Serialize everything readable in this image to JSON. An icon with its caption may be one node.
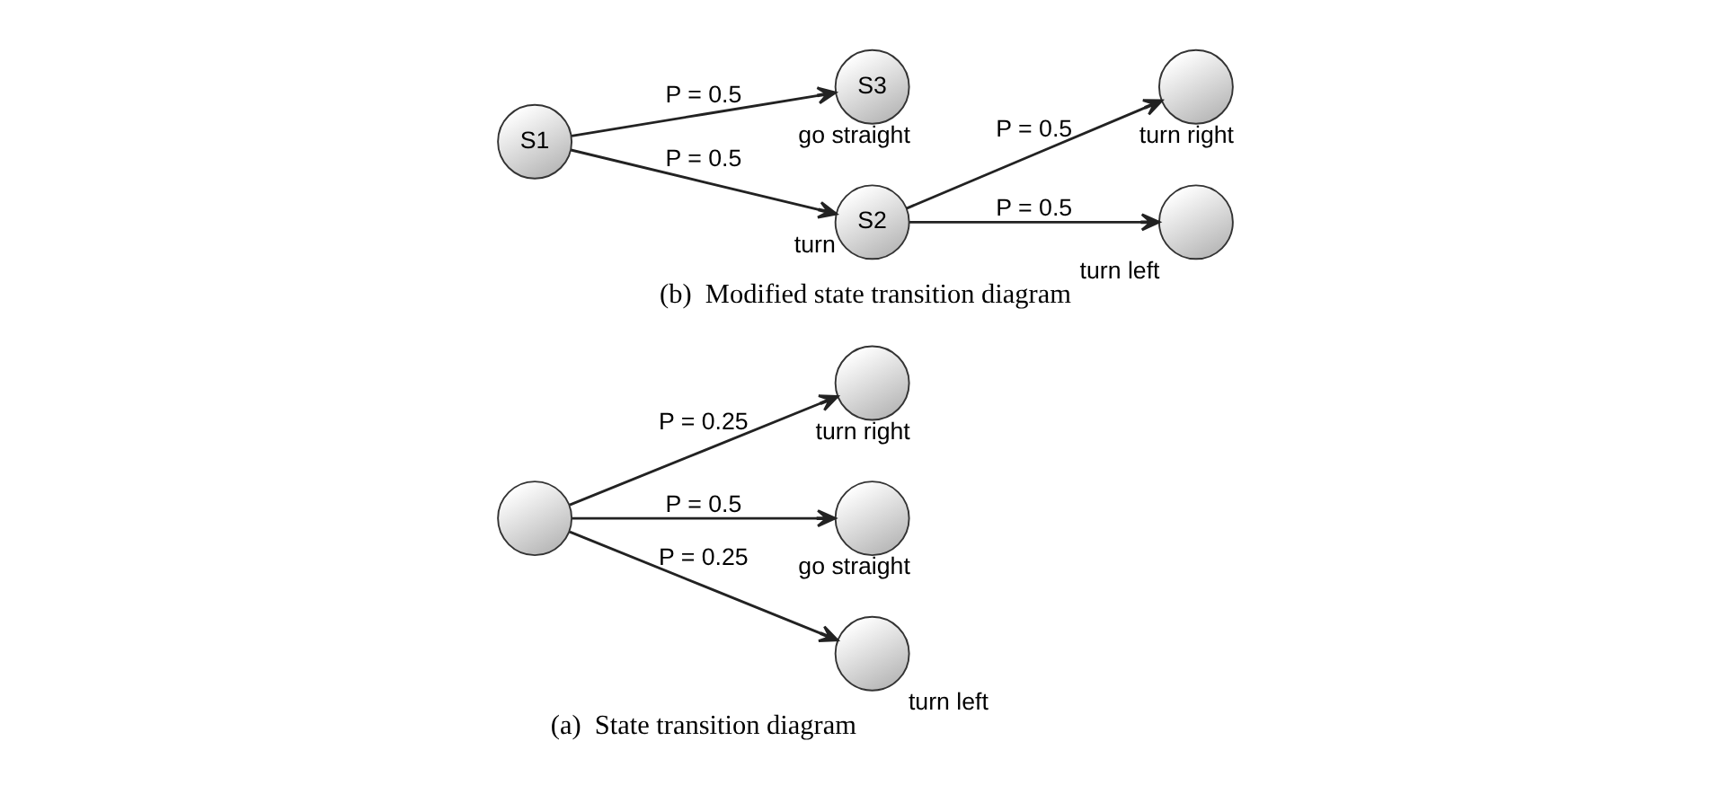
{
  "diagram": {
    "nodes": [
      {
        "text": [],
        "shape": "circle"
      },
      {
        "text": [],
        "shape": "circle",
        "beside": [
          "turn left"
        ]
      },
      {
        "text": [],
        "shape": "circle",
        "beside": [
          "go straight"
        ]
      },
      {
        "text": [],
        "shape": "circle",
        "beside": [
          "turn right"
        ]
      },
      {
        "text": [
          "S1"
        ]
      },
      {
        "text": [
          "S2"
        ],
        "beside": [
          "turn"
        ]
      },
      {
        "text": [
          "S3"
        ],
        "beside": [
          "go straight"
        ]
      },
      {
        "text": [],
        "shape": "circle",
        "beside": [
          "turn left"
        ]
      },
      {
        "text": [],
        "shape": "circle",
        "beside": [
          "turn right"
        ]
      }
    ],
    "edges": [
      {
        "from": 0,
        "to": 1,
        "arrow": "to",
        "label": "P = 0.25"
      },
      {
        "from": 0,
        "to": 2,
        "arrow": "to",
        "label": "P = 0.5"
      },
      {
        "from": 0,
        "to": 3,
        "arrow": "to",
        "label": "P = 0.25"
      },
      {
        "from": 4,
        "to": 5,
        "arrow": "to",
        "label": "P = 0.5"
      },
      {
        "from": 4,
        "to": 6,
        "arrow": "to",
        "label": "P = 0.5"
      },
      {
        "from": 5,
        "to": 7,
        "arrow": "to",
        "label": "P = 0.5"
      },
      {
        "from": 5,
        "to": 8,
        "arrow": "to",
        "label": "P = 0.5"
      }
    ],
    "labels": [
      "(a)  State transition diagram",
      "(b)  Modified state transition diagram"
    ]
  }
}
